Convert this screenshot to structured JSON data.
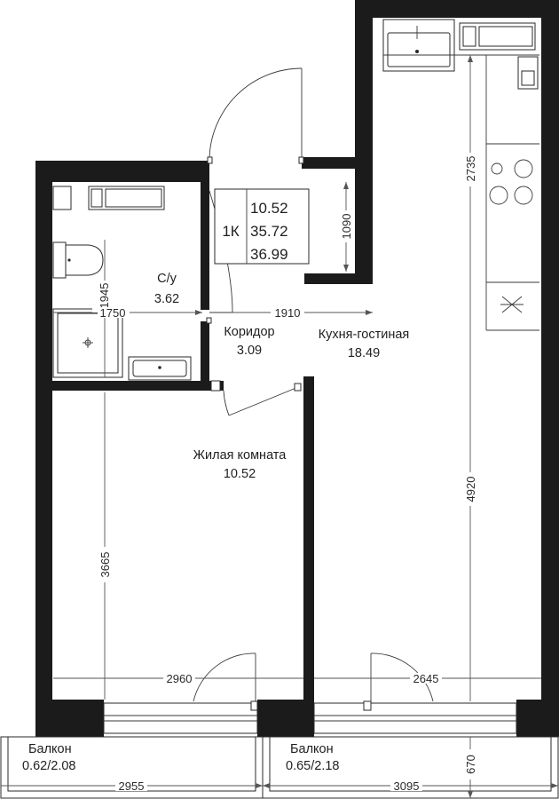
{
  "plan": {
    "summary": {
      "type": "1К",
      "living_area": "10.52",
      "total_area": "35.72",
      "total_with_balcony": "36.99"
    },
    "rooms": {
      "bathroom": {
        "name": "С/у",
        "area": "3.62"
      },
      "corridor": {
        "name": "Коридор",
        "area": "3.09"
      },
      "kitchen": {
        "name": "Кухня-гостиная",
        "area": "18.49"
      },
      "bedroom": {
        "name": "Жилая комната",
        "area": "10.52"
      },
      "balcony_left": {
        "name": "Балкон",
        "area": "0.62/2.08"
      },
      "balcony_right": {
        "name": "Балкон",
        "area": "0.65/2.18"
      }
    },
    "dimensions": {
      "bath_height": "1945",
      "bath_width": "1750",
      "corridor_width": "1910",
      "entry_niche": "1090",
      "kitchen_upper": "2735",
      "kitchen_lower": "4920",
      "bedroom_height": "3665",
      "bedroom_width": "2960",
      "kitchen_width": "2645",
      "balcony_left_width": "2955",
      "balcony_right_width": "3095",
      "balcony_depth": "670"
    },
    "colors": {
      "wall": "#1b1b1b",
      "line": "#2a2a2a",
      "background": "#ffffff"
    }
  }
}
